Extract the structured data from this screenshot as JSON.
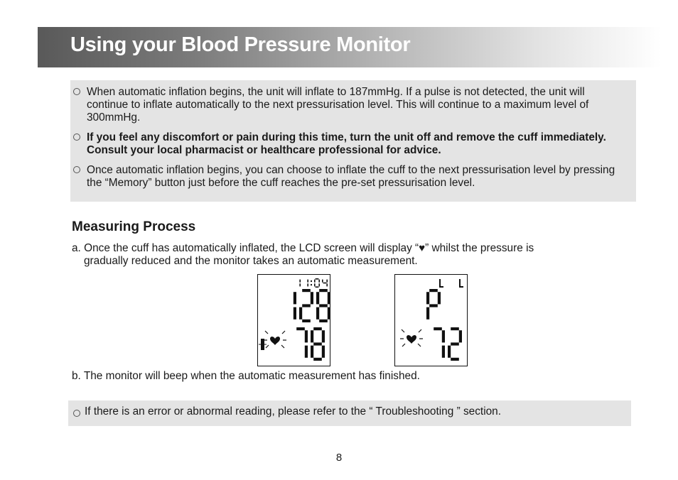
{
  "header": {
    "title": "Using your Blood Pressure Monitor"
  },
  "notes": [
    "When automatic inflation begins, the unit will inflate to 187mmHg. If a pulse is not detected, the unit will continue to inflate automatically to the next pressurisation level. This will continue to a maximum level of 300mmHg.",
    "If you feel any discomfort or pain during this time, turn the unit off and remove the cuff immediately. Consult your local pharmacist or healthcare professional for advice.",
    "Once automatic inflation begins, you can choose to inflate the cuff to the next pressurisation level by pressing the “Memory” button just before the cuff reaches the pre-set pressurisation level."
  ],
  "section": {
    "title": "Measuring Process"
  },
  "steps": {
    "a_line1_before": "a. Once the cuff has automatically inflated, the LCD screen will display “",
    "a_heart": "♥",
    "a_line1_after": "” whilst the pressure is",
    "a_line2": "gradually reduced and the monitor takes an automatic measurement.",
    "b": "b. The monitor will beep when the automatic measurement has finished."
  },
  "lcd_screens": [
    {
      "time": "11:04",
      "top_value": "128",
      "bottom_value": "78"
    },
    {
      "top_value": "P",
      "bottom_value": "72"
    }
  ],
  "tip": "If there is an error or abnormal reading, please refer to the “ Troubleshooting ” section.",
  "page_number": "8"
}
